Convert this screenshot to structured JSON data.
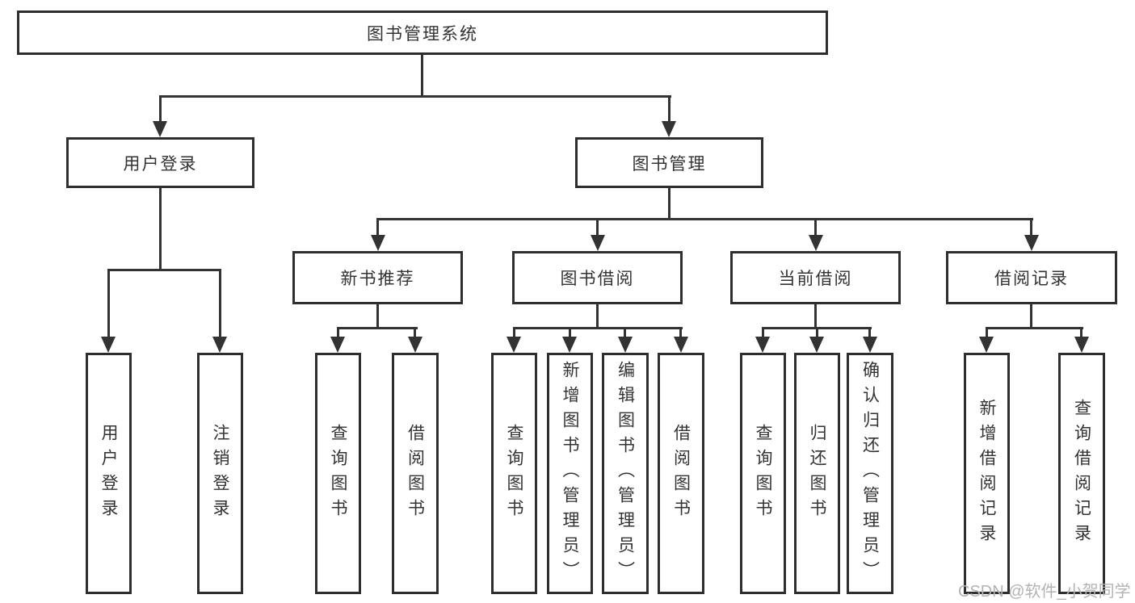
{
  "diagram": {
    "root": {
      "label": "图书管理系统"
    },
    "branches": [
      {
        "label": "用户登录",
        "children": [
          {
            "label": "用户登录"
          },
          {
            "label": "注销登录"
          }
        ]
      },
      {
        "label": "图书管理",
        "children": [
          {
            "label": "新书推荐",
            "children": [
              {
                "label": "查询图书"
              },
              {
                "label": "借阅图书"
              }
            ]
          },
          {
            "label": "图书借阅",
            "children": [
              {
                "label": "查询图书"
              },
              {
                "label": "新增图书（管理员）"
              },
              {
                "label": "编辑图书（管理员）"
              },
              {
                "label": "借阅图书"
              }
            ]
          },
          {
            "label": "当前借阅",
            "children": [
              {
                "label": "查询图书"
              },
              {
                "label": "归还图书"
              },
              {
                "label": "确认归还（管理员）"
              }
            ]
          },
          {
            "label": "借阅记录",
            "children": [
              {
                "label": "新增借阅记录"
              },
              {
                "label": "查询借阅记录"
              }
            ]
          }
        ]
      }
    ],
    "watermark": "CSDN @软件_小贺同学",
    "colors": {
      "line": "#333333",
      "border": "#2e2e2e",
      "text": "#333333",
      "watermark": "#b3b3b3",
      "background": "#ffffff"
    }
  }
}
